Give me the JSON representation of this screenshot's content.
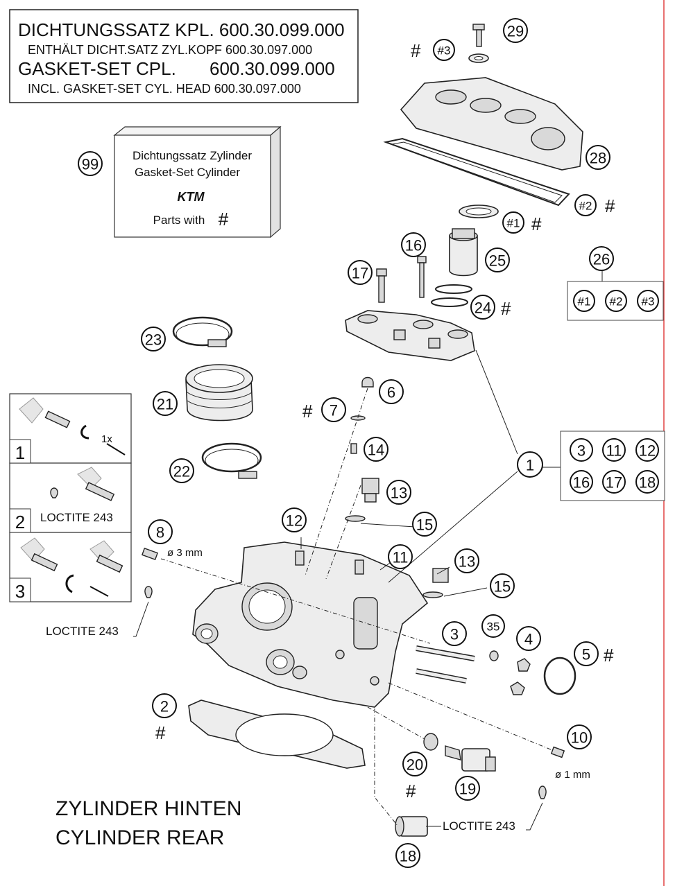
{
  "header_box": {
    "line1": "DICHTUNGSSATZ KPL. 600.30.099.000",
    "line2": "ENTHÄLT DICHT.SATZ ZYL.KOPF 600.30.097.000",
    "line3_left": "GASKET-SET CPL.",
    "line3_right": "600.30.099.000",
    "line4": "INCL. GASKET-SET CYL. HEAD 600.30.097.000"
  },
  "gasket_box": {
    "callout": "99",
    "line1": "Dichtungssatz Zylinder",
    "line2": "Gasket-Set Cylinder",
    "logo": "KTM",
    "line3": "Parts with",
    "hash": "#"
  },
  "callouts": {
    "c1": "1",
    "c2": "2",
    "c3": "3",
    "c4": "4",
    "c5": "5",
    "c6": "6",
    "c7": "7",
    "c8": "8",
    "c10": "10",
    "c11": "11",
    "c12": "12",
    "c13a": "13",
    "c13b": "13",
    "c14": "14",
    "c15a": "15",
    "c15b": "15",
    "c16": "16",
    "c17": "17",
    "c18": "18",
    "c19": "19",
    "c20": "20",
    "c21": "21",
    "c22": "22",
    "c23": "23",
    "c24": "24",
    "c25": "25",
    "c26": "26",
    "c28": "28",
    "c29": "29",
    "c35": "35",
    "h1": "#1",
    "h2": "#2",
    "h3": "#3",
    "hash": "#"
  },
  "kit26": [
    "#1",
    "#2",
    "#3"
  ],
  "kit1": [
    "3",
    "11",
    "12",
    "16",
    "17",
    "18"
  ],
  "steps": [
    {
      "num": "1",
      "note": "1x",
      "label": ""
    },
    {
      "num": "2",
      "note": "",
      "label": "LOCTITE 243"
    },
    {
      "num": "3",
      "note": "",
      "label": ""
    }
  ],
  "labels": {
    "loctite_left": "LOCTITE 243",
    "loctite_right": "LOCTITE 243",
    "dia8": "ø 3 mm",
    "dia10": "ø 1 mm",
    "title_de": "ZYLINDER HINTEN",
    "title_en": "CYLINDER REAR"
  }
}
